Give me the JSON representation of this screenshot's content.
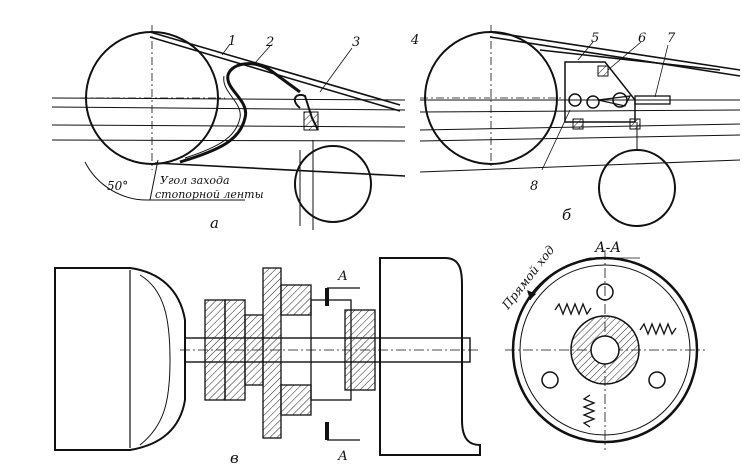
{
  "figure": {
    "view_a": {
      "letter": "а",
      "parts": [
        "1",
        "2",
        "3"
      ],
      "angle_label": "50°",
      "note_line1": "Угол захода",
      "note_line2": "стопорной ленты"
    },
    "view_b": {
      "letter": "б",
      "parts": [
        "4",
        "5",
        "6",
        "7",
        "8"
      ]
    },
    "view_v": {
      "letter": "в",
      "section_letter": "А"
    },
    "view_section": {
      "title": "А-А",
      "direction_label": "Прямой ход"
    }
  }
}
